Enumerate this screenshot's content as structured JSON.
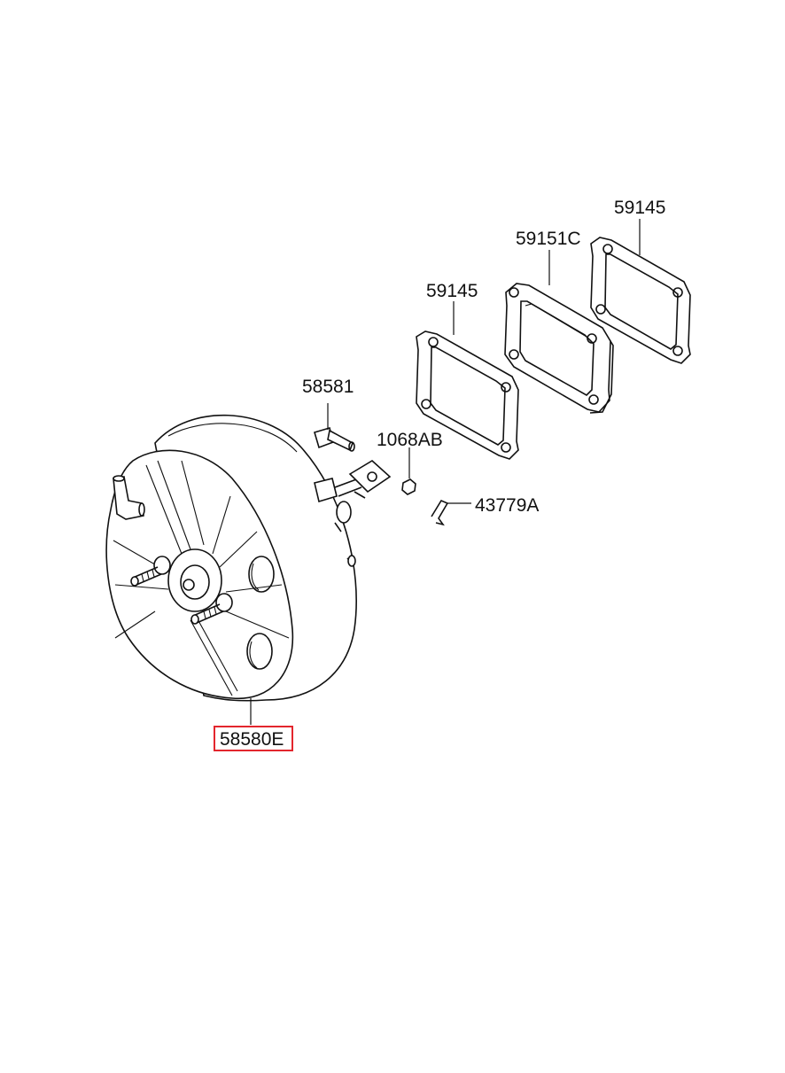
{
  "diagram": {
    "parts": {
      "booster": "58580E",
      "clevis_pin": "58581",
      "nut": "1068AB",
      "clip": "43779A",
      "gasket_front": "59145",
      "spacer": "59151C",
      "gasket_rear": "59145"
    },
    "highlighted_part": "58580E",
    "colors": {
      "line": "#111111",
      "highlight": "#e3262d",
      "background": "#ffffff"
    }
  }
}
